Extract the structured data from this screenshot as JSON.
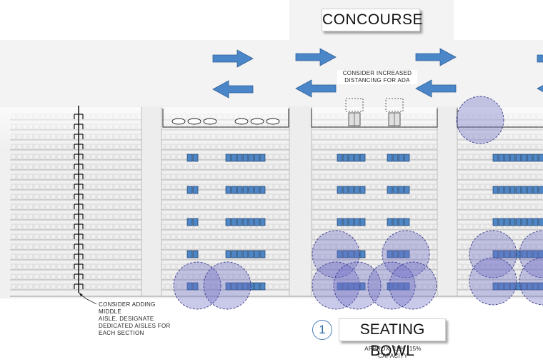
{
  "labels": {
    "concourse": "CONCOURSE",
    "seating_bowl": "SEATING BOWL",
    "section_number": "1"
  },
  "notes": {
    "ada_line1": "CONSIDER INCREASED",
    "ada_line2": "DISTANCING FOR ADA",
    "aisle_line1": "CONSIDER ADDING MIDDLE",
    "aisle_line2": "AISLE, DESIGNATE",
    "aisle_line3": "DEDICATED AISLES FOR",
    "aisle_line4": "EACH SECTION",
    "capacity_line1": "APPROX. 12% -15%",
    "capacity_line2": "CAPACITY"
  },
  "colors": {
    "arrow": "#4a86c8",
    "seat_highlight": "#4f86c6",
    "bubble_fill": "#7070c8",
    "bubble_stroke": "#3a3a8a",
    "accent": "#2f6aa8"
  },
  "icons": {
    "arrow": "flow-arrow-icon",
    "distancing_circle": "distancing-circle-icon"
  }
}
